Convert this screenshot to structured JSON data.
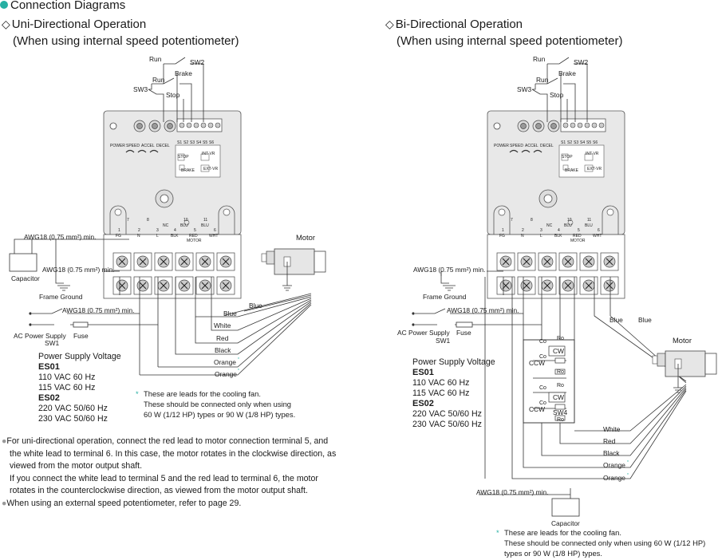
{
  "header": {
    "title": "Connection Diagrams"
  },
  "uni": {
    "title": "Uni-Directional Operation",
    "subtitle": "(When using internal speed potentiometer)"
  },
  "bi": {
    "title": "Bi-Directional Operation",
    "subtitle": "(When using internal speed potentiometer)"
  },
  "labels": {
    "run": "Run",
    "brake": "Brake",
    "stop": "Stop",
    "sw1": "SW1",
    "sw2": "SW2",
    "sw3": "SW3",
    "sw4": "SW4",
    "motor": "Motor",
    "capacitor": "Capacitor",
    "frame_ground": "Frame Ground",
    "ac_power_supply": "AC Power Supply",
    "fuse": "Fuse",
    "awg": "AWG18 (0.75 mm²) min.",
    "cw": "CW",
    "ccw": "CCW",
    "co": "Co",
    "ro": "Ro"
  },
  "unit_panel": {
    "knobs": [
      "POWER",
      "SPEED",
      "ACCEL",
      "DECEL"
    ],
    "switches": [
      "S1",
      "S2",
      "S3",
      "S4",
      "S5",
      "S6"
    ],
    "stop": "STOP",
    "brake": "BRAKE",
    "int_vr": "INT-VR",
    "ext_vr": "EXT-VR",
    "top_terminals": [
      {
        "num": "7",
        "name": ""
      },
      {
        "num": "8",
        "name": ""
      },
      {
        "num": "",
        "name": "NC"
      },
      {
        "num": "10",
        "name": "BLU"
      },
      {
        "num": "11",
        "name": "BLU"
      }
    ],
    "bottom_terminals": [
      {
        "num": "1",
        "name": "FG"
      },
      {
        "num": "2",
        "name": "N"
      },
      {
        "num": "3",
        "name": "L"
      },
      {
        "num": "4",
        "name": "BLK"
      },
      {
        "num": "5",
        "name": "RED"
      },
      {
        "num": "6",
        "name": "WHT"
      }
    ],
    "motor_tag": "MOTOR"
  },
  "leads": [
    "Blue",
    "Blue",
    "White",
    "Red",
    "Black",
    "Orange",
    "Orange"
  ],
  "asterisk": "*",
  "power_supply": {
    "heading": "Power Supply Voltage",
    "models": [
      {
        "name": "ES01",
        "lines": [
          "110 VAC  60 Hz",
          "115 VAC  60 Hz"
        ]
      },
      {
        "name": "ES02",
        "lines": [
          "220 VAC  50/60 Hz",
          "230 VAC  50/60 Hz"
        ]
      }
    ]
  },
  "cooling_note_uni": [
    "These are leads for the cooling fan.",
    "These should be connected only when using",
    "60 W (1/12 HP) types or 90 W (1/8 HP) types."
  ],
  "cooling_note_bi": [
    "These are leads for the cooling fan.",
    "These should be connected only when using 60 W (1/12 HP)",
    "types or 90 W (1/8 HP) types."
  ],
  "notes": [
    "For uni-directional operation, connect the red lead to motor connection terminal 5, and",
    "the white lead to terminal 6. In this case, the motor rotates in the clockwise direction, as",
    "viewed from the motor output shaft.",
    "If you connect the white lead to terminal 5 and the red lead to terminal 6, the motor",
    "rotates in the counterclockwise direction, as viewed from the motor output shaft.",
    "When using an external speed potentiometer, refer to page 29."
  ],
  "colors": {
    "accent": "#27b0a3",
    "unit_fill": "#e8e8e8",
    "line": "#333333"
  }
}
